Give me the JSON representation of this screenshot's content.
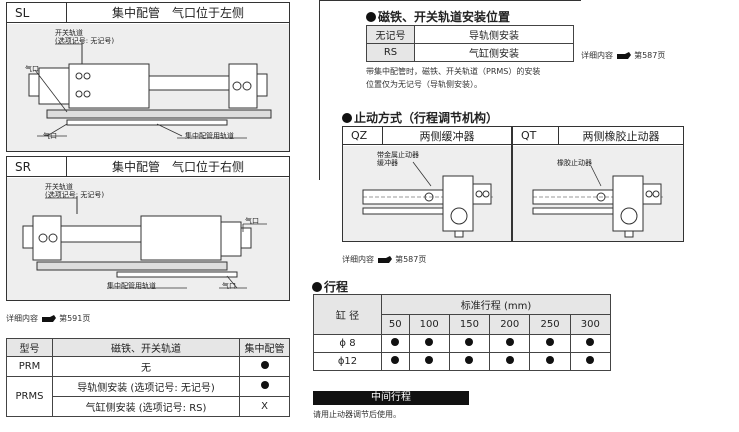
{
  "sl": {
    "code": "SL",
    "title": "集中配管　气口位于左侧",
    "label_rail": "开关轨道",
    "label_rail_sub": "(选项记号: 无记号)",
    "label_port1": "气口",
    "label_port2": "气口",
    "label_pipe_rail": "集中配管用轨道"
  },
  "sr": {
    "code": "SR",
    "title": "集中配管　气口位于右侧",
    "label_rail": "开关轨道",
    "label_rail_sub": "(选项记号: 无记号)",
    "label_port1": "气口",
    "label_port2": "气口",
    "label_pipe_rail": "集中配管用轨道"
  },
  "left_note": "详细内容",
  "left_note_page": "第591页",
  "model_table": {
    "headers": [
      "型号",
      "磁铁、开关轨道",
      "集中配管"
    ],
    "rows": [
      {
        "model": "PRM",
        "rail": "无",
        "pipe": "dot"
      },
      {
        "model": "PRMS",
        "rail": "导轨侧安装 (选项记号: 无记号)",
        "pipe": "dot"
      },
      {
        "model": "",
        "rail": "气缸侧安装 (选项记号: RS)",
        "pipe": "X"
      }
    ]
  },
  "mount": {
    "heading": "磁铁、开关轨道安装位置",
    "rows": [
      {
        "code": "无记号",
        "desc": "导轨侧安装"
      },
      {
        "code": "RS",
        "desc": "气缸侧安装"
      }
    ],
    "side_note": "详细内容",
    "side_note_page": "第587页",
    "note_line1": "带集中配管时，磁铁、开关轨道（PRMS）的安装",
    "note_line2": "位置仅为无记号（导轨侧安装）。"
  },
  "stop": {
    "heading": "止动方式（行程调节机构）",
    "qz_code": "QZ",
    "qz_title": "两侧缓冲器",
    "qt_code": "QT",
    "qt_title": "两侧橡胶止动器",
    "qz_label1": "带金属止动器",
    "qz_label2": "缓冲器",
    "qt_label": "橡胶止动器",
    "note": "详细内容",
    "note_page": "第587页"
  },
  "stroke": {
    "heading": "行程",
    "col_bore": "缸 径",
    "col_std": "标准行程 (mm)",
    "strokes": [
      "50",
      "100",
      "150",
      "200",
      "250",
      "300"
    ],
    "rows": [
      {
        "bore": "ϕ 8"
      },
      {
        "bore": "ϕ12"
      }
    ]
  },
  "mid": {
    "title": "中间行程",
    "note": "请用止动器调节后使用。"
  }
}
